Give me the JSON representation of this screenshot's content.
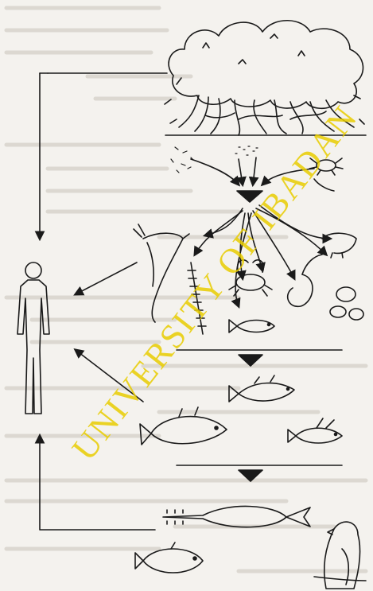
{
  "diagram": {
    "stages": [
      {
        "id": "mangrove",
        "label": "mangrove-tree"
      },
      {
        "id": "detritus",
        "label": "detritus"
      },
      {
        "id": "detritivores",
        "label": "detritivores"
      },
      {
        "id": "small-fish",
        "label": "small-fish"
      },
      {
        "id": "predatory-fish",
        "label": "predatory-fish"
      },
      {
        "id": "top-predators",
        "label": "top-predators"
      },
      {
        "id": "human",
        "label": "human"
      }
    ],
    "colors": {
      "ink": "#1a1a1a",
      "paper": "#f4f2ee",
      "watermark": "#e8cc00",
      "background_text": "#b9b4aa"
    }
  },
  "watermark": {
    "text": "UNIVERSITY OF IBADAN"
  }
}
